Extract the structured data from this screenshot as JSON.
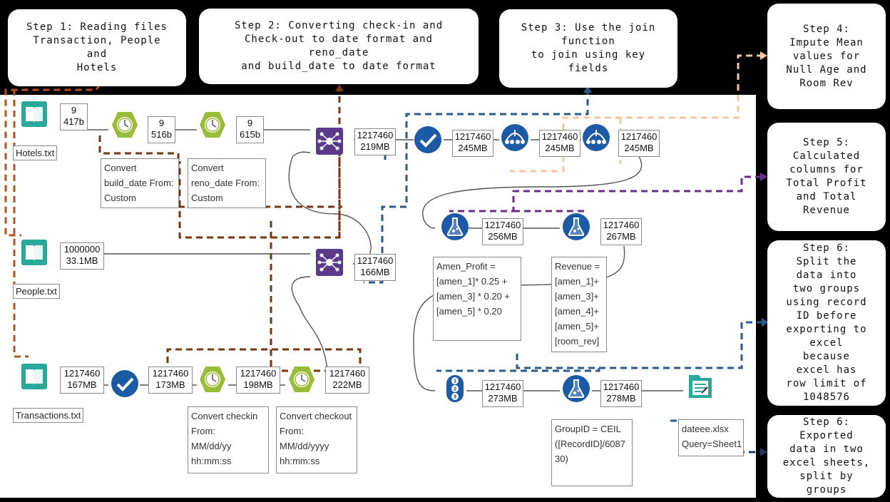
{
  "callouts": {
    "step1": "Step 1: Reading files\nTransaction, People\nand\nHotels",
    "step2": "Step 2: Converting check-in and\nCheck-out  to date format and\nreno_date\nand build_date to date format",
    "step3": "Step 3: Use the join\nfunction\nto join using key\nfields",
    "step4": "Step 4:\nImpute Mean\nvalues for\nNull Age and\nRoom Rev",
    "step5": "Step 5:\nCalculated\ncolumns for\nTotal Profit\nand Total\nRevenue",
    "step6a": "Step 6:\nSplit the\ndata into\ntwo groups\nusing record\nID before\nexporting to\nexcel\nbecause\nexcel has\nrow limit of\n1048576",
    "step6b": "Step 6:\nExported\ndata in two\nexcel sheets,\nsplit by\ngroups"
  },
  "inputs": {
    "hotels": "Hotels.txt",
    "people": "People.txt",
    "transactions": "Transactions.txt"
  },
  "counts": {
    "hotels_in": "9\n417b",
    "hotels_dt1": "9\n516b",
    "hotels_dt2": "9\n615b",
    "people_in": "1000000\n33.1MB",
    "trans_in": "1217460\n167MB",
    "trans_sel": "1217460\n173MB",
    "trans_dt1": "1217460\n198MB",
    "trans_dt2": "1217460\n222MB",
    "join1_out": "1217460\n166MB",
    "join2_out": "1217460\n219MB",
    "select2_out": "1217460\n245MB",
    "impute1_out": "1217460\n245MB",
    "impute2_out": "1217460\n245MB",
    "formula1_out": "1217460\n256MB",
    "formula2_out": "1217460\n267MB",
    "recordid_out": "1217460\n273MB",
    "formula3_out": "1217460\n278MB"
  },
  "annotations": {
    "conv_build": "Convert\nbuild_date From:\nCustom",
    "conv_reno": "Convert\nreno_date From:\nCustom",
    "conv_checkin": "Convert checkin\nFrom:\nMM/dd/yy\nhh:mm:ss",
    "conv_checkout": "Convert checkout\nFrom:\nMM/dd/yyyy\nhh:mm:ss",
    "formula_profit": "Amen_Profit =\n[amen_1]* 0.25 +\n[amen_3] * 0.20 +\n[amen_5] * 0.20",
    "formula_revenue": "Revenue =\n[amen_1]+\n[amen_3]+\n[amen_4]+\n[amen_5]+\n[room_rev]",
    "formula_group": "GroupID = CEIL\n([RecordID]/6087\n30)",
    "output_file": "dateee.xlsx\nQuery=Sheet1"
  },
  "colors": {
    "input_teal": "#2aa99a",
    "datetime_green": "#9bbb3a",
    "join_purple": "#5b3a8c",
    "blue_tool": "#1c5aa6",
    "anchor_green": "#9ccf3c",
    "step1_line": "#b5551c",
    "step2_line": "#7a3510",
    "step3_line": "#2a5a8c",
    "step4_line": "#f5c7a3",
    "step5_line": "#6b2d8a",
    "step6_line": "#2a5a8c"
  },
  "icons": {
    "input": "book-icon",
    "datetime": "clock-icon",
    "join": "join-icon",
    "select": "checkmark-icon",
    "impute": "impute-icon",
    "formula": "flask-icon",
    "recordid": "record-id-icon",
    "output": "document-icon"
  }
}
